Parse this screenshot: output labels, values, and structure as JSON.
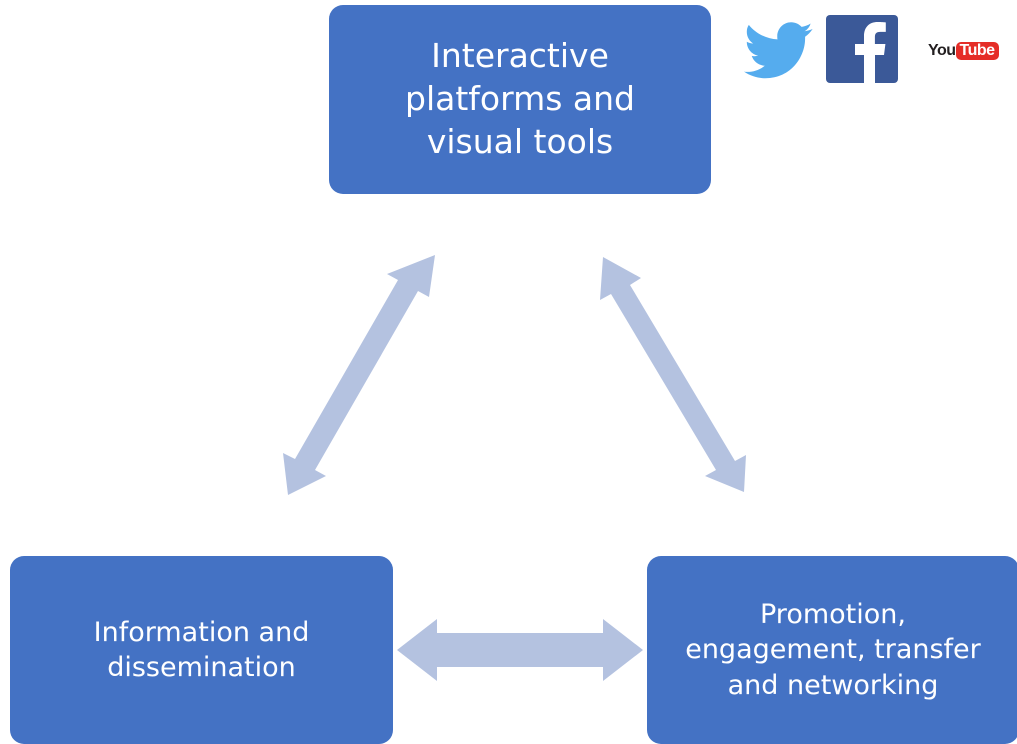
{
  "diagram": {
    "nodes": {
      "top": "Interactive\nplatforms and\nvisual tools",
      "left": "Information and\ndissemination",
      "right": "Promotion,\nengagement, transfer\nand networking"
    },
    "logos": {
      "twitter": "twitter-bird-icon",
      "facebook": "facebook-f-icon",
      "youtube_you": "You",
      "youtube_tube": "Tube"
    },
    "colors": {
      "node_fill": "#4472c4",
      "node_text": "#ffffff",
      "arrow_fill": "#b4c2e0",
      "twitter": "#55acee",
      "facebook": "#3b5998",
      "youtube_red": "#e52d27"
    }
  }
}
